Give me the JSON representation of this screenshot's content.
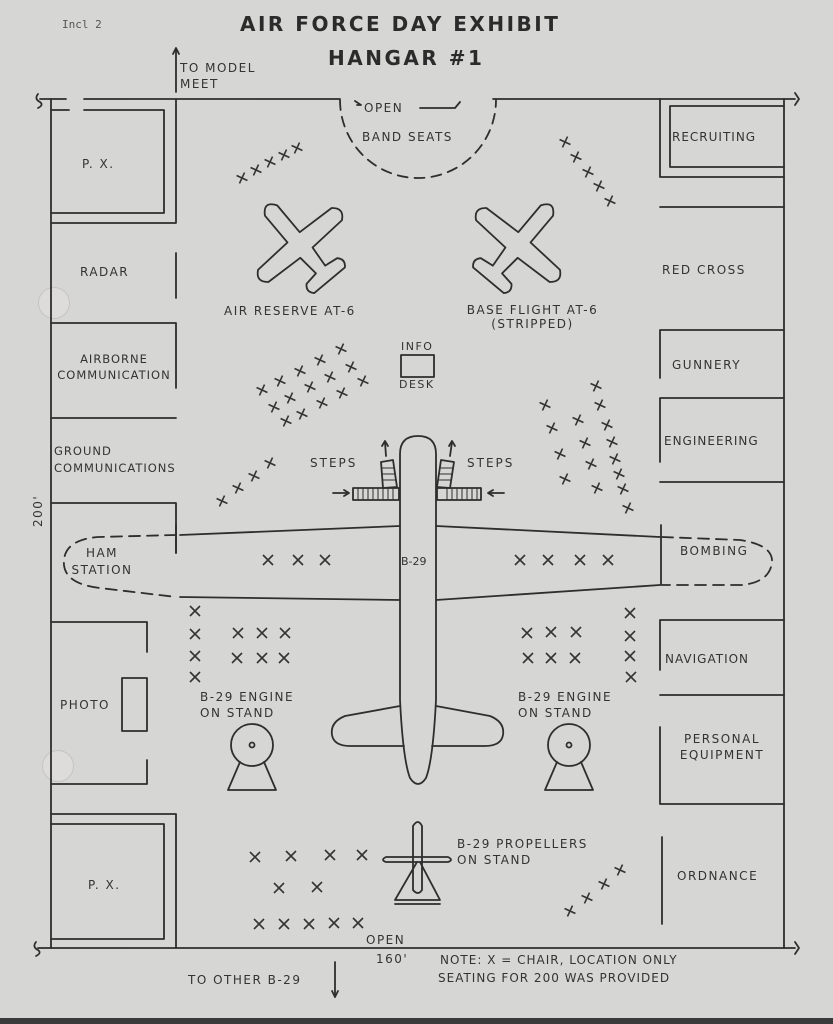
{
  "header": {
    "enclosure": "Incl 2",
    "title_line1": "AIR FORCE DAY EXHIBIT",
    "title_line2": "HANGAR #1"
  },
  "directions": {
    "top": "TO MODEL\nMEET",
    "bottom": "TO OTHER B-29",
    "top_open": "OPEN",
    "bottom_open": "OPEN"
  },
  "dimensions": {
    "height": "200'",
    "width": "160'"
  },
  "left_booths": [
    {
      "name": "px-top",
      "label": "P. X."
    },
    {
      "name": "radar",
      "label": "RADAR"
    },
    {
      "name": "airborne-communication",
      "label": "AIRBORNE\nCOMMUNICATION"
    },
    {
      "name": "ground-communications",
      "label": "GROUND\nCOMMUNICATIONS"
    },
    {
      "name": "ham-station",
      "label": "HAM\nSTATION"
    },
    {
      "name": "photo",
      "label": "PHOTO"
    },
    {
      "name": "px-bottom",
      "label": "P. X."
    }
  ],
  "right_booths": [
    {
      "name": "recruiting",
      "label": "RECRUITING"
    },
    {
      "name": "red-cross",
      "label": "RED  CROSS"
    },
    {
      "name": "gunnery",
      "label": "GUNNERY"
    },
    {
      "name": "engineering",
      "label": "ENGINEERING"
    },
    {
      "name": "bombing",
      "label": "BOMBING"
    },
    {
      "name": "navigation",
      "label": "NAVIGATION"
    },
    {
      "name": "personal-equipment",
      "label": "PERSONAL\nEQUIPMENT"
    },
    {
      "name": "ordnance",
      "label": "ORDNANCE"
    }
  ],
  "exhibits": {
    "band_seats": "BAND SEATS",
    "air_reserve": "AIR RESERVE AT-6",
    "base_flight": "BASE FLIGHT AT-6\n(STRIPPED)",
    "info_top": "INFO",
    "info_bottom": "DESK",
    "steps_left": "STEPS",
    "steps_right": "STEPS",
    "b29": "B-29",
    "engine_left": "B-29 ENGINE\nON STAND",
    "engine_right": "B-29 ENGINE\nON STAND",
    "propellers": "B-29 PROPELLERS\nON STAND"
  },
  "legend": {
    "note_line1": "NOTE: X = CHAIR, LOCATION ONLY",
    "note_line2": "SEATING FOR 200 WAS PROVIDED",
    "chair_symbol": "X",
    "total_seating": 200
  },
  "colors": {
    "paper": "#d6d6d4",
    "ink": "#2a2a2a"
  }
}
